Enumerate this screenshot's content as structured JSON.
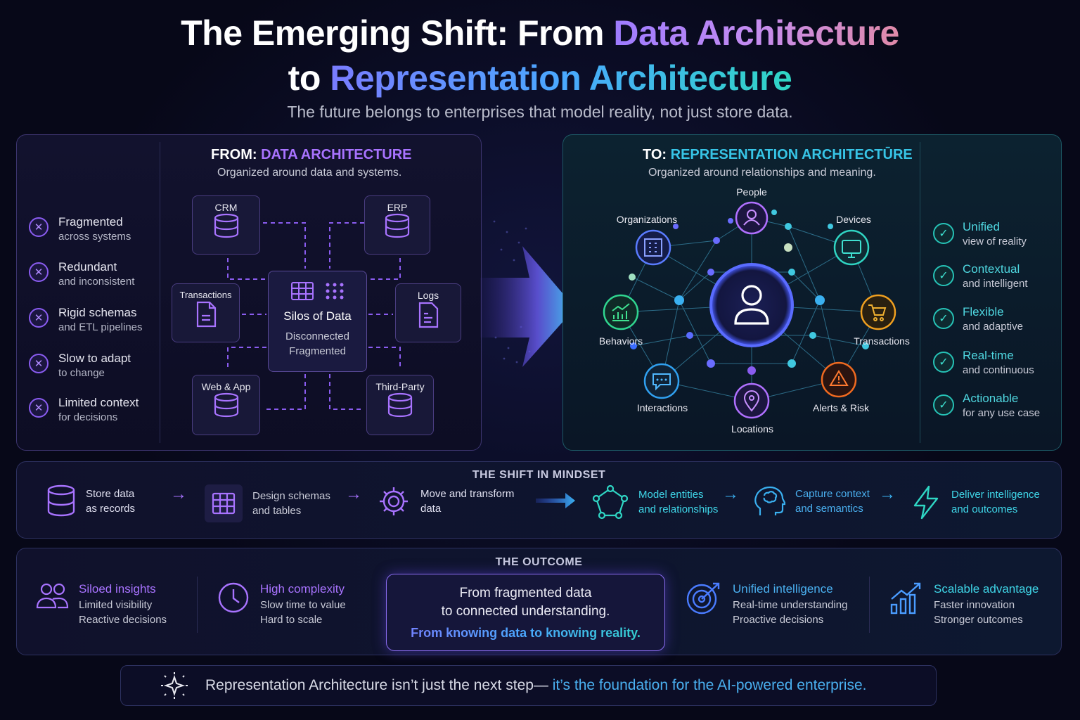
{
  "title": {
    "line1_plain": "The Emerging Shift: From ",
    "line1_accent": "Data Architecture",
    "line2_plain": "to ",
    "line2_accent": "Representation Architecture"
  },
  "subtitle": "The future belongs to enterprises that model reality, not just store data.",
  "from_panel": {
    "prefix": "FROM: ",
    "heading": "DATA ARCHITECTURE",
    "subheading": "Organized around data and systems.",
    "problems": [
      {
        "title": "Fragmented",
        "detail": "across systems"
      },
      {
        "title": "Redundant",
        "detail": "and inconsistent"
      },
      {
        "title": "Rigid schemas",
        "detail": "and ETL pipelines"
      },
      {
        "title": "Slow to adapt",
        "detail": "to change"
      },
      {
        "title": "Limited context",
        "detail": "for decisions"
      }
    ],
    "sources": {
      "crm": "CRM",
      "erp": "ERP",
      "transactions": "Transactions",
      "logs": "Logs",
      "web_app": "Web & App",
      "third_party": "Third-Party"
    },
    "center": {
      "title": "Silos of Data",
      "line1": "Disconnected",
      "line2": "Fragmented"
    }
  },
  "to_panel": {
    "prefix": "TO: ",
    "heading": "REPRESENTATION ARCHITECTŪRE",
    "subheading": "Organized around relationships and meaning.",
    "nodes": {
      "people": "People",
      "organizations": "Organizations",
      "devices": "Devices",
      "behaviors": "Behaviors",
      "transactions": "Transactions",
      "interactions": "Interactions",
      "alerts": "Alerts & Risk",
      "locations": "Locations"
    },
    "benefits": [
      {
        "title": "Unified",
        "detail": "view of reality"
      },
      {
        "title": "Contextual",
        "detail": "and intelligent"
      },
      {
        "title": "Flexible",
        "detail": "and adaptive"
      },
      {
        "title": "Real-time",
        "detail": "and continuous"
      },
      {
        "title": "Actionable",
        "detail": "for any use case"
      }
    ]
  },
  "mindset": {
    "title": "THE SHIFT IN MINDSET",
    "steps": [
      {
        "l1": "Store data",
        "l2": "as records",
        "icon": "database-icon"
      },
      {
        "l1": "Design schemas",
        "l2": "and tables",
        "icon": "table-icon"
      },
      {
        "l1": "Move and transform",
        "l2": "data",
        "icon": "gear-icon"
      },
      {
        "l1": "Model entities",
        "l2": "and relationships",
        "icon": "graph-icon"
      },
      {
        "l1": "Capture context",
        "l2": "and semantics",
        "icon": "brain-icon"
      },
      {
        "l1": "Deliver intelligence",
        "l2": "and outcomes",
        "icon": "lightning-icon"
      }
    ]
  },
  "outcome": {
    "title": "THE OUTCOME",
    "items": [
      {
        "title": "Siloed insights",
        "l1": "Limited visibility",
        "l2": "Reactive decisions"
      },
      {
        "title": "High complexity",
        "l1": "Slow time to value",
        "l2": "Hard to scale"
      },
      {
        "title": "Unified intelligence",
        "l1": "Real-time understanding",
        "l2": "Proactive decisions"
      },
      {
        "title": "Scalable advantage",
        "l1": "Faster innovation",
        "l2": "Stronger outcomes"
      }
    ],
    "center": {
      "line1": "From fragmented data",
      "line2": "to connected understanding.",
      "line3": "From knowing data to knowing reality."
    }
  },
  "footer": {
    "plain": "Representation Architecture isn’t just the next step—",
    "accent": " it’s the foundation for the AI-powered enterprise."
  },
  "colors": {
    "purple": "#9d6bff",
    "teal": "#2fd6c4",
    "blue": "#4aa8ff",
    "background": "#070818"
  }
}
